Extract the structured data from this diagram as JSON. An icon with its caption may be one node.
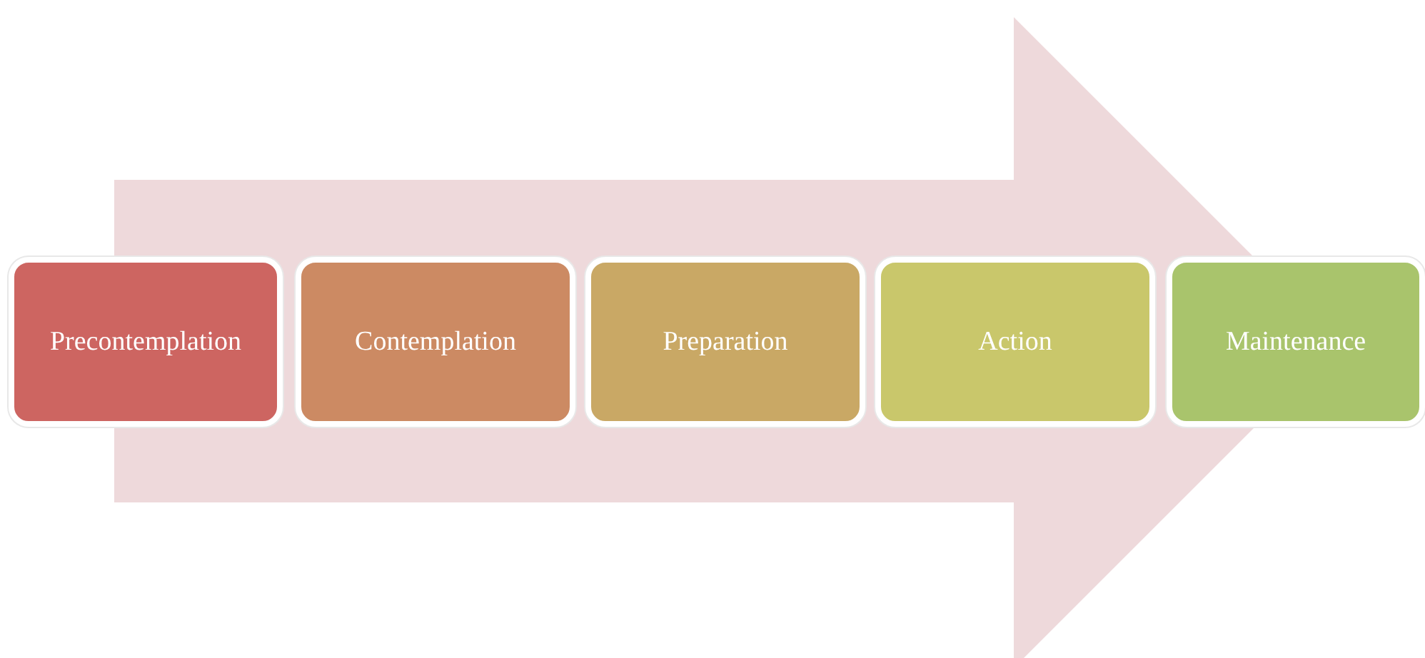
{
  "diagram": {
    "nodes": [
      {
        "text": [
          "Precontemplation"
        ]
      },
      {
        "text": [
          "Contemplation"
        ]
      },
      {
        "text": [
          "Preparation"
        ]
      },
      {
        "text": [
          "Action"
        ]
      },
      {
        "text": [
          "Maintenance"
        ]
      }
    ],
    "edges": [
      {
        "from": 0,
        "to": 4,
        "arrow": "to"
      }
    ]
  }
}
